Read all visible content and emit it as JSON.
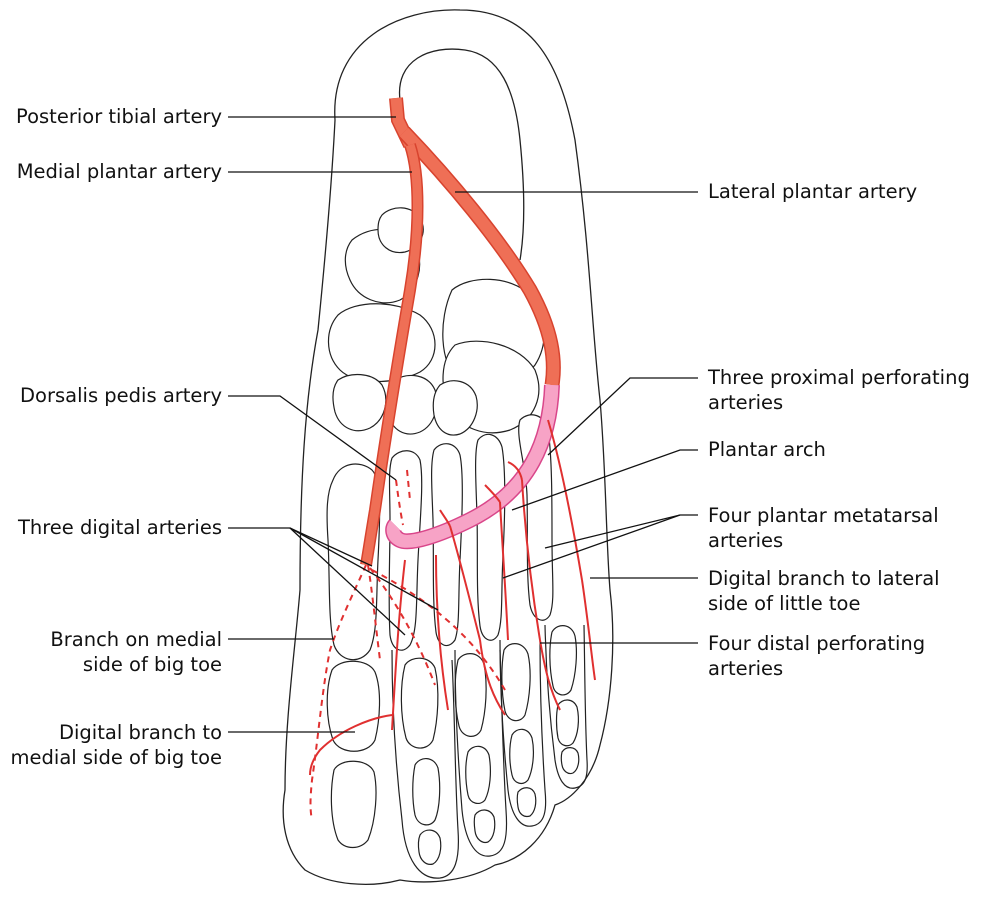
{
  "colors": {
    "artery": "#ef6f56",
    "artery_edge": "#d8432e",
    "arch": "#f7a3c6",
    "arch_edge": "#d9468a",
    "vessel": "#e03030",
    "outline": "#222222",
    "leader": "#111111"
  },
  "labels": {
    "posterior_tibial": "Posterior tibial artery",
    "medial_plantar": "Medial plantar artery",
    "lateral_plantar": "Lateral plantar artery",
    "dorsalis_pedis": "Dorsalis pedis artery",
    "three_proximal": [
      "Three proximal perforating",
      "arteries"
    ],
    "plantar_arch": "Plantar arch",
    "three_digital": "Three digital arteries",
    "four_plantar_metatarsal": [
      "Four plantar metatarsal",
      "arteries"
    ],
    "digital_branch_lateral": [
      "Digital branch to lateral",
      "side of little toe"
    ],
    "branch_medial_big_toe": [
      "Branch on medial",
      "side of big toe"
    ],
    "four_distal": [
      "Four distal perforating",
      "arteries"
    ],
    "digital_branch_medial": [
      "Digital branch to",
      "medial side of big toe"
    ]
  }
}
